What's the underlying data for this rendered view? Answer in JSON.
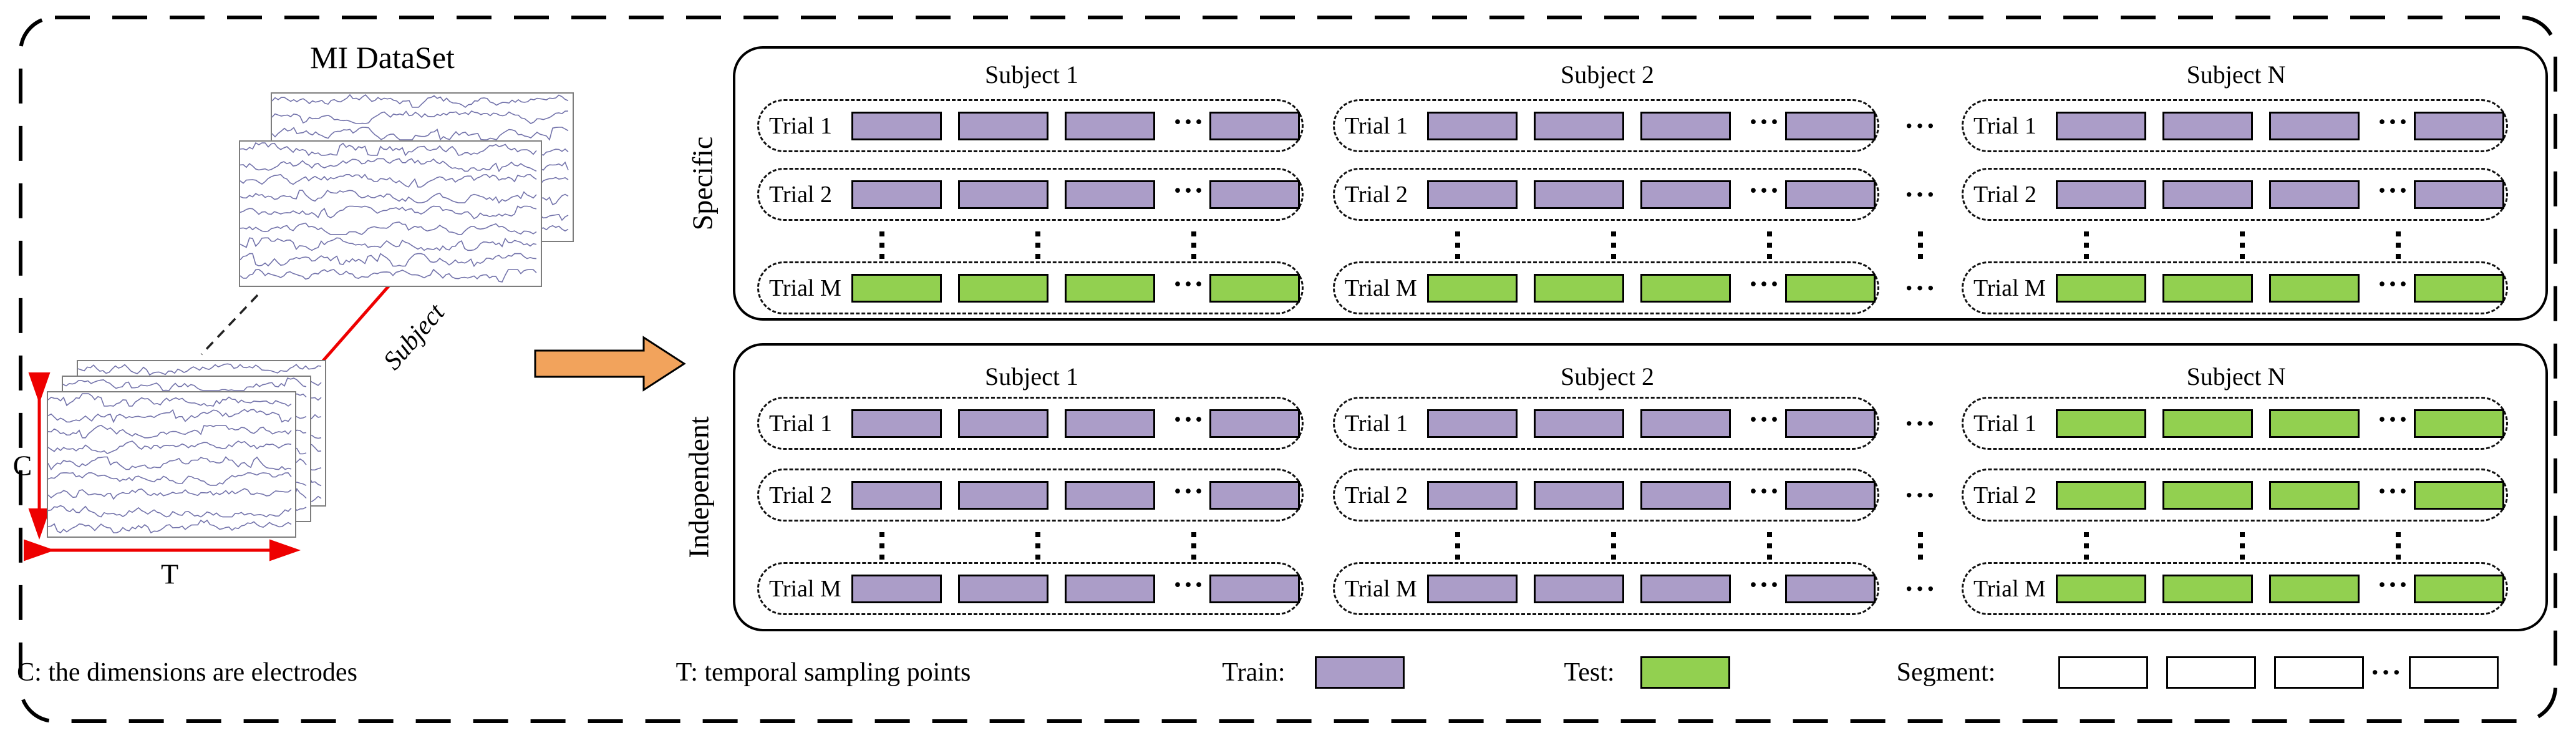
{
  "diagram": {
    "title": "MI DataSet",
    "dims": {
      "c_label": "C",
      "t_label": "T",
      "subject_label": "Subject"
    },
    "notes": {
      "c_note": "C: the dimensions are electrodes",
      "t_note": "T: temporal sampling points"
    },
    "legend": {
      "train_label": "Train:",
      "test_label": "Test:",
      "segment_label": "Segment:",
      "ellipsis": "···"
    },
    "colors": {
      "train": "#ab9dc8",
      "test": "#92d050",
      "orange": "#f2a35c",
      "red": "#ee0000",
      "trace": "#7272aa",
      "segment_fill": "#ffffff"
    },
    "segments_per_trial": 4,
    "panels": [
      {
        "label": "Specific",
        "subjects": [
          {
            "name": "Subject 1",
            "trials": [
              {
                "label": "Trial 1",
                "type": "train"
              },
              {
                "label": "Trial 2",
                "type": "train"
              },
              {
                "label": "Trial M",
                "type": "test"
              }
            ]
          },
          {
            "name": "Subject 2",
            "trials": [
              {
                "label": "Trial 1",
                "type": "train"
              },
              {
                "label": "Trial 2",
                "type": "train"
              },
              {
                "label": "Trial M",
                "type": "test"
              }
            ]
          },
          {
            "name": "Subject N",
            "trials": [
              {
                "label": "Trial 1",
                "type": "train"
              },
              {
                "label": "Trial 2",
                "type": "train"
              },
              {
                "label": "Trial M",
                "type": "test"
              }
            ]
          }
        ]
      },
      {
        "label": "Independent",
        "subjects": [
          {
            "name": "Subject 1",
            "trials": [
              {
                "label": "Trial 1",
                "type": "train"
              },
              {
                "label": "Trial 2",
                "type": "train"
              },
              {
                "label": "Trial M",
                "type": "train"
              }
            ]
          },
          {
            "name": "Subject 2",
            "trials": [
              {
                "label": "Trial 1",
                "type": "train"
              },
              {
                "label": "Trial 2",
                "type": "train"
              },
              {
                "label": "Trial M",
                "type": "train"
              }
            ]
          },
          {
            "name": "Subject N",
            "trials": [
              {
                "label": "Trial 1",
                "type": "test"
              },
              {
                "label": "Trial 2",
                "type": "test"
              },
              {
                "label": "Trial M",
                "type": "test"
              }
            ]
          }
        ]
      }
    ]
  }
}
